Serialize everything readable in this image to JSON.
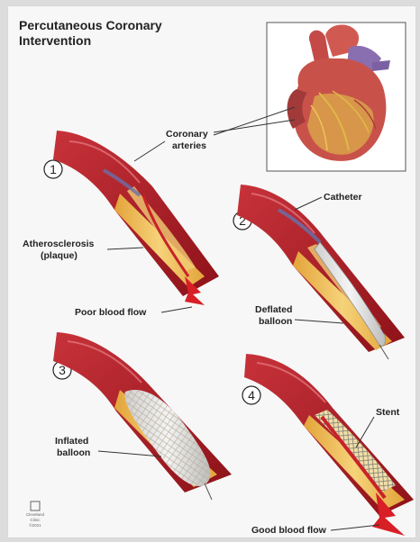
{
  "title_line1": "Percutaneous Coronary",
  "title_line2": "Intervention",
  "steps": [
    "1",
    "2",
    "3",
    "4"
  ],
  "labels": {
    "coronary_line1": "Coronary",
    "coronary_line2": "arteries",
    "catheter": "Catheter",
    "athero_line1": "Atherosclerosis",
    "athero_line2": "(plaque)",
    "poor_flow": "Poor blood flow",
    "deflated_line1": "Deflated",
    "deflated_line2": "balloon",
    "inflated_line1": "Inflated",
    "inflated_line2": "balloon",
    "stent": "Stent",
    "good_flow": "Good blood flow"
  },
  "logo": {
    "line1": "Cleveland",
    "line2": "Clinic",
    "line3": "©2021"
  },
  "colors": {
    "vessel": "#b3202a",
    "vessel_dark": "#7e0f17",
    "plaque": "#e8b84a",
    "lumen": "#f4d98a",
    "arrow": "#d81f26",
    "heart": "#c8524a",
    "aorta_purple": "#8a6fb0"
  }
}
